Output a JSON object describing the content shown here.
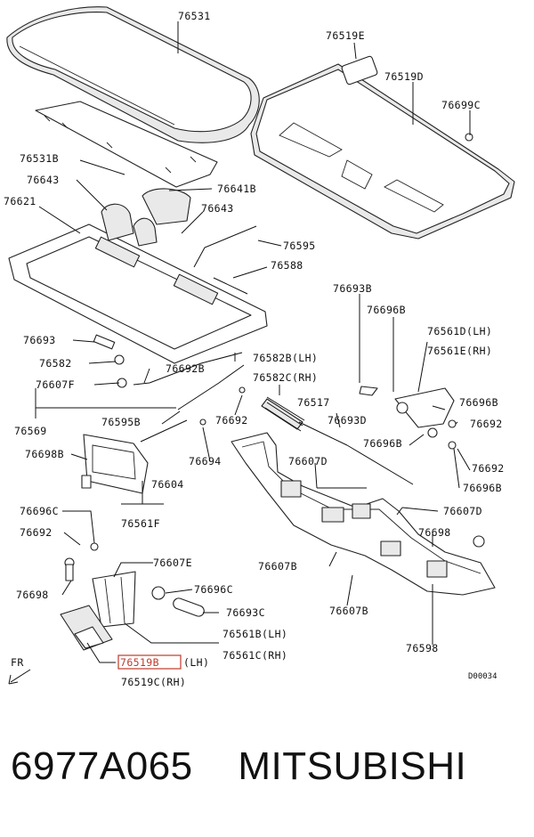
{
  "diagram": {
    "labels": {
      "p76531": "76531",
      "p76519E": "76519E",
      "p76519D": "76519D",
      "p76699C": "76699C",
      "p76531B": "76531B",
      "p76643a": "76643",
      "p76641B": "76641B",
      "p76621": "76621",
      "p76643b": "76643",
      "p76595": "76595",
      "p76588": "76588",
      "p76693B": "76693B",
      "p76696Ba": "76696B",
      "p76561D": "76561D(LH)",
      "p76561E": "76561E(RH)",
      "p76693": "76693",
      "p76582": "76582",
      "p76692Ba": "76692B",
      "p76582B": "76582B(LH)",
      "p76582C": "76582C(RH)",
      "p76607Fa": "76607F",
      "p76517": "76517",
      "p76696Bb": "76696B",
      "p76692a": "76692",
      "p76569": "76569",
      "p76595B": "76595B",
      "p76692b": "76692",
      "p76693D": "76693D",
      "p76696Bc": "76696B",
      "p76698Ba": "76698B",
      "p76694": "76694",
      "p76607Da": "76607D",
      "p76692c": "76692",
      "p76696Bd": "76696B",
      "p76604": "76604",
      "p76607Db": "76607D",
      "p76561F": "76561F",
      "p76696Ca": "76696C",
      "p76698a": "76698",
      "p76692d": "76692",
      "p76607E": "76607E",
      "p76607Ba": "76607B",
      "p76698b": "76698",
      "p76696Cb": "76696C",
      "p76693C": "76693C",
      "p76607Bb": "76607B",
      "p76561B": "76561B(LH)",
      "p76561C": "76561C(RH)",
      "p76598": "76598",
      "p76519B": "76519B",
      "p76519B_side": "(LH)",
      "p76519C": "76519C(RH)",
      "fr": "FR",
      "code": "D00034"
    },
    "highlight_color": "#c0392b"
  },
  "footer": {
    "part_number": "6977A065",
    "brand": "MITSUBISHI"
  }
}
